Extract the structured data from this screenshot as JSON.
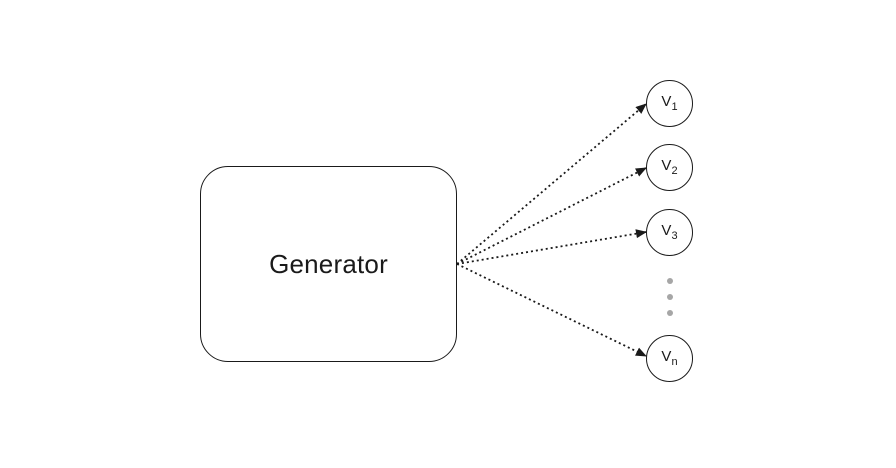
{
  "diagram": {
    "generator": {
      "label": "Generator"
    },
    "nodes": [
      {
        "base": "V",
        "sub": "1"
      },
      {
        "base": "V",
        "sub": "2"
      },
      {
        "base": "V",
        "sub": "3"
      },
      {
        "base": "V",
        "sub": "n"
      }
    ],
    "colors": {
      "stroke": "#1a1a1a",
      "ellipsis_dot": "#a6a6a6",
      "background": "#ffffff"
    }
  }
}
